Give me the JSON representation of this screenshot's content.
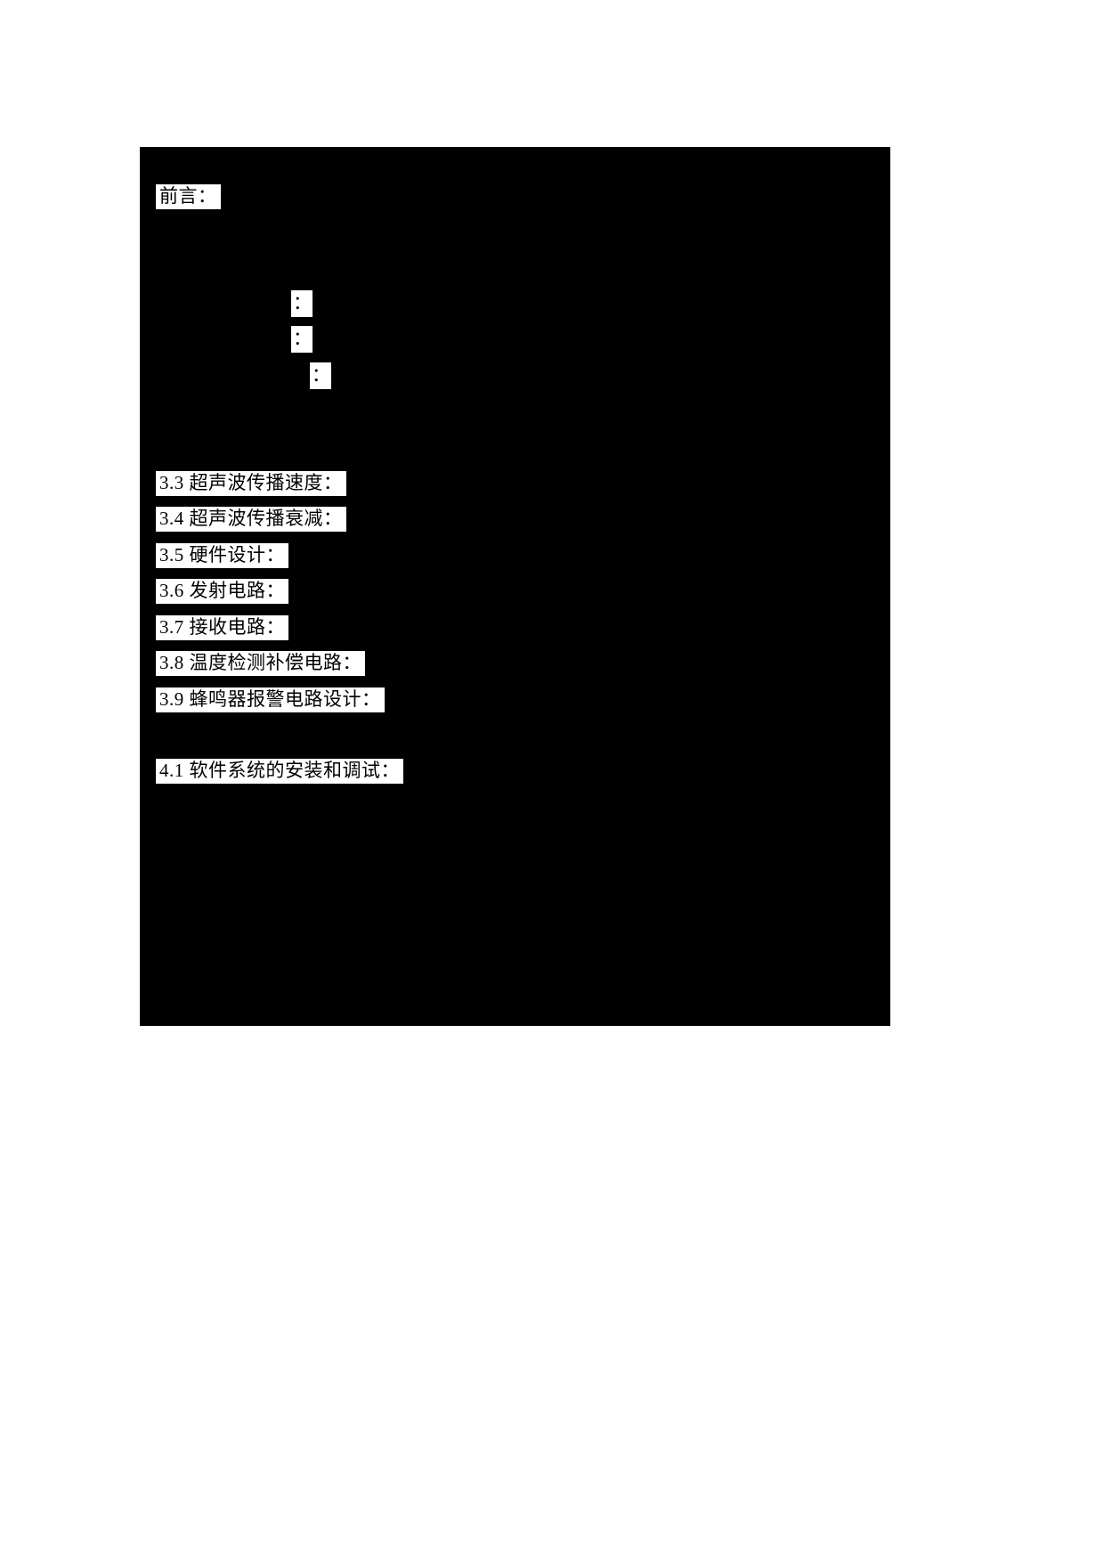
{
  "document": {
    "page_background": "#ffffff",
    "field_background": "#000000",
    "highlight_background": "#ffffff",
    "highlight_text_color": "#000000",
    "lead_heading": "前言：",
    "colon_marks": [
      {
        "text": "："
      },
      {
        "text": "："
      },
      {
        "text": "："
      }
    ],
    "entries": [
      {
        "text": "3.3 超声波传播速度："
      },
      {
        "text": "3.4 超声波传播衰减："
      },
      {
        "text": "3.5 硬件设计："
      },
      {
        "text": "3.6 发射电路："
      },
      {
        "text": "3.7 接收电路："
      },
      {
        "text": "3.8 温度检测补偿电路："
      },
      {
        "text": "3.9 蜂鸣器报警电路设计："
      }
    ],
    "entries_group_two": [
      {
        "text": "4.1 软件系统的安装和调试："
      }
    ]
  }
}
